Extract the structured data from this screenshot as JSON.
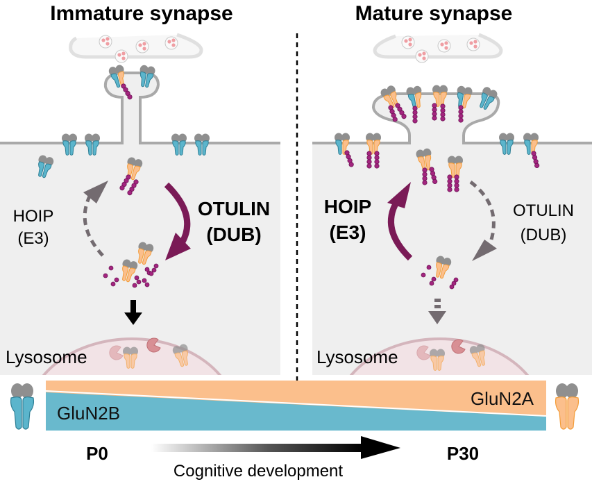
{
  "panels": {
    "immature": {
      "title": "Immature synapse",
      "e3_label_line1": "HOIP",
      "e3_label_line2": "(E3)",
      "dub_label_line1": "OTULIN",
      "dub_label_line2": "(DUB)",
      "emphasis": "DUB",
      "lysosome_label": "Lysosome",
      "degradation_arrow": "solid"
    },
    "mature": {
      "title": "Mature synapse",
      "e3_label_line1": "HOIP",
      "e3_label_line2": "(E3)",
      "dub_label_line1": "OTULIN",
      "dub_label_line2": "(DUB)",
      "emphasis": "E3",
      "lysosome_label": "Lysosome",
      "degradation_arrow": "dashed"
    }
  },
  "subunit_bar": {
    "left_label": "GluN2B",
    "right_label": "GluN2A",
    "start_age": "P0",
    "end_age": "P30",
    "axis_label": "Cognitive development"
  },
  "colors": {
    "glun2b": "#5bb5cc",
    "glun2a": "#fbbf8c",
    "glun1": "#8f8f8f",
    "ubiquitin": "#a3257f",
    "active_arrow": "#7a1a56",
    "inactive_arrow": "#736b70",
    "cytoplasm": "#efefef",
    "lysosome": "#f2e3e6",
    "membrane": "#a9a9a9"
  }
}
